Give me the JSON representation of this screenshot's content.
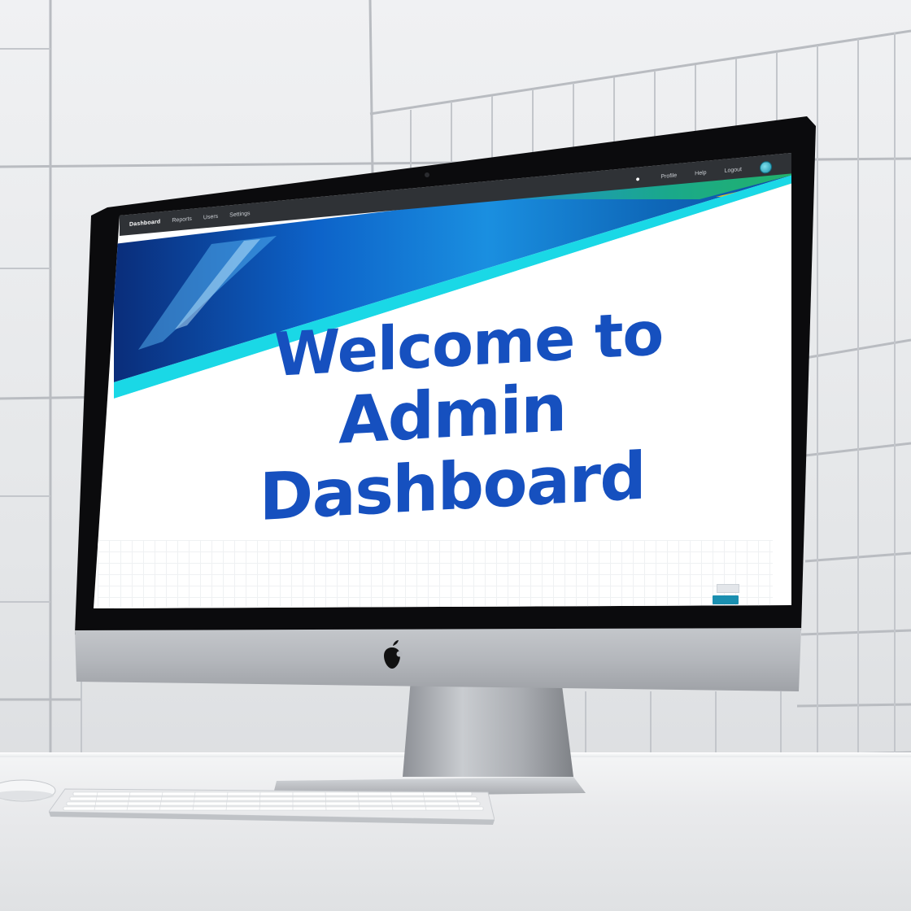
{
  "navbar": {
    "brand": "Dashboard",
    "links": [
      "Reports",
      "Users",
      "Settings"
    ],
    "right_items": [
      "Profile",
      "Help",
      "Logout"
    ]
  },
  "hero": {
    "line1": "Welcome to",
    "line2": "Admin Dashboard"
  },
  "colors": {
    "headline": "#1650bf",
    "topbar": "#2f3236",
    "accent_cyan": "#1ad8e6",
    "accent_green": "#22b26a",
    "accent_yellow": "#f2c21a",
    "accent_blue": "#0b5bbf"
  },
  "icons": {
    "logo": "apple-logo-icon",
    "user": "user-icon",
    "avatar": "avatar-icon"
  }
}
